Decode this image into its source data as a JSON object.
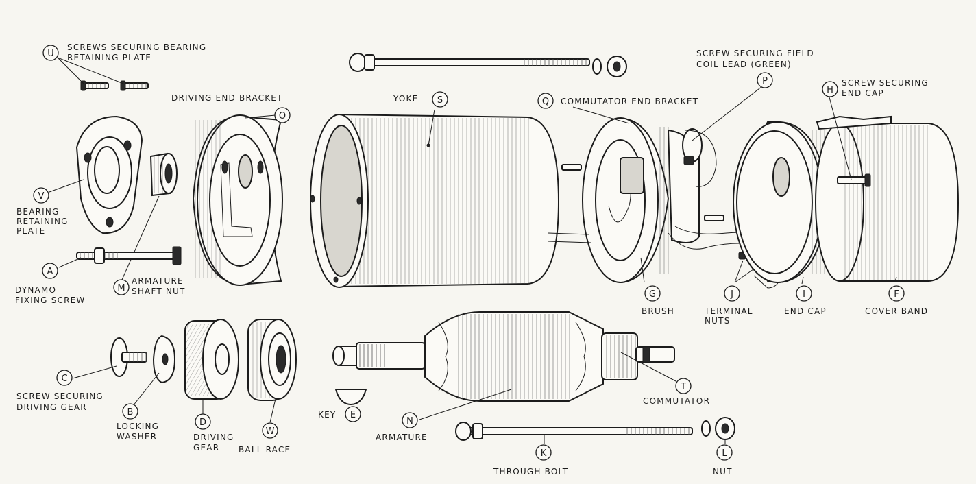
{
  "diagram": {
    "parts": {
      "A": {
        "letter": "A",
        "label_lines": [
          "DYNAMO",
          "FIXING SCREW"
        ]
      },
      "B": {
        "letter": "B",
        "label_lines": [
          "LOCKING",
          "WASHER"
        ]
      },
      "C": {
        "letter": "C",
        "label_lines": [
          "SCREW SECURING",
          "DRIVING GEAR"
        ]
      },
      "D": {
        "letter": "D",
        "label_lines": [
          "DRIVING",
          "GEAR"
        ]
      },
      "E": {
        "letter": "E",
        "label_lines": [
          "KEY"
        ]
      },
      "F": {
        "letter": "F",
        "label_lines": [
          "COVER BAND"
        ]
      },
      "G": {
        "letter": "G",
        "label_lines": [
          "BRUSH"
        ]
      },
      "H": {
        "letter": "H",
        "label_lines": [
          "SCREW SECURING",
          "END CAP"
        ]
      },
      "I": {
        "letter": "I",
        "label_lines": [
          "END CAP"
        ]
      },
      "J": {
        "letter": "J",
        "label_lines": [
          "TERMINAL",
          "NUTS"
        ]
      },
      "K": {
        "letter": "K",
        "label_lines": [
          "THROUGH BOLT"
        ]
      },
      "L": {
        "letter": "L",
        "label_lines": [
          "NUT"
        ]
      },
      "M": {
        "letter": "M",
        "label_lines": [
          "ARMATURE",
          "SHAFT NUT"
        ]
      },
      "N": {
        "letter": "N",
        "label_lines": [
          "ARMATURE"
        ]
      },
      "O": {
        "letter": "O",
        "label_lines": [
          "DRIVING END BRACKET"
        ]
      },
      "P": {
        "letter": "P",
        "label_lines": [
          "SCREW SECURING FIELD",
          "COIL LEAD (GREEN)"
        ]
      },
      "Q": {
        "letter": "Q",
        "label_lines": [
          "COMMUTATOR END BRACKET"
        ]
      },
      "S": {
        "letter": "S",
        "label_lines": [
          "YOKE"
        ]
      },
      "T": {
        "letter": "T",
        "label_lines": [
          "COMMUTATOR"
        ]
      },
      "U": {
        "letter": "U",
        "label_lines": [
          "SCREWS SECURING BEARING",
          "RETAINING PLATE"
        ]
      },
      "V": {
        "letter": "V",
        "label_lines": [
          "BEARING",
          "RETAINING",
          "PLATE"
        ]
      },
      "W": {
        "letter": "W",
        "label_lines": [
          "BALL RACE"
        ]
      }
    }
  }
}
